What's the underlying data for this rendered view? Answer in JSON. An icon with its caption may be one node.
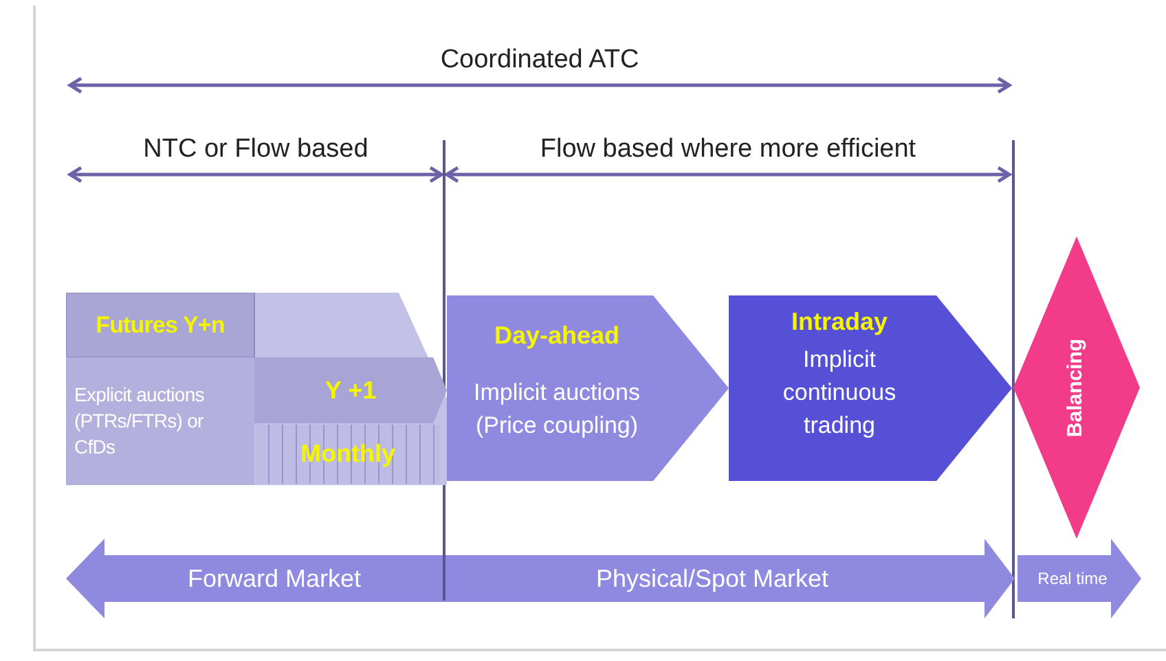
{
  "diagram": {
    "nodes": [
      {
        "text": [
          "Futures Y+n"
        ]
      },
      {
        "text": [
          "Explicit auctions (PTRs/FTRs) or CfDs"
        ],
        "in": 0
      },
      {
        "text": [
          "Y +1"
        ],
        "in": 0
      },
      {
        "text": [
          "Monthly"
        ],
        "in": 0
      },
      {
        "text": [
          "Day-ahead",
          "Implicit auctions (Price coupling)"
        ]
      },
      {
        "text": [
          "Intraday",
          "Implicit continuous trading"
        ]
      },
      {
        "text": [
          "Balancing"
        ]
      },
      {
        "text": [
          "Forward Market",
          "Physical/Spot Market"
        ]
      },
      {
        "text": [
          "Real time"
        ]
      }
    ],
    "labels": [
      "Coordinated ATC",
      "NTC or Flow based",
      "Flow based where more efficient"
    ]
  }
}
